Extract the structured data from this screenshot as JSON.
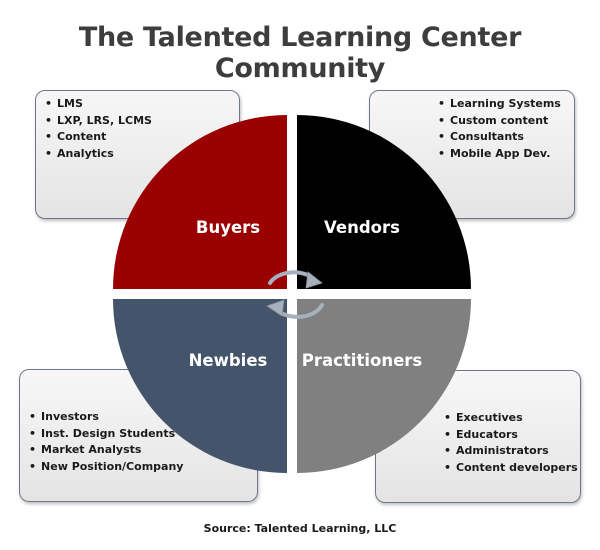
{
  "title": "The Talented Learning Center Community",
  "quadrants": [
    {
      "id": "buyers",
      "label": "Buyers",
      "color": "#9b0000",
      "items": [
        "LMS",
        "LXP, LRS, LCMS",
        "Content",
        "Analytics"
      ]
    },
    {
      "id": "vendors",
      "label": "Vendors",
      "color": "#000000",
      "items": [
        "Learning Systems",
        "Custom content",
        "Consultants",
        "Mobile App Dev."
      ]
    },
    {
      "id": "newbies",
      "label": "Newbies",
      "color": "#44546a",
      "items": [
        "Investors",
        "Inst. Design Students",
        "Market Analysts",
        "New Position/Company"
      ]
    },
    {
      "id": "practitioners",
      "label": "Practitioners",
      "color": "#808080",
      "items": [
        "Executives",
        "Educators",
        "Administrators",
        "Content developers"
      ]
    }
  ],
  "source": "Source: Talented Learning, LLC",
  "icons": [
    "cycle-arrows-icon"
  ]
}
